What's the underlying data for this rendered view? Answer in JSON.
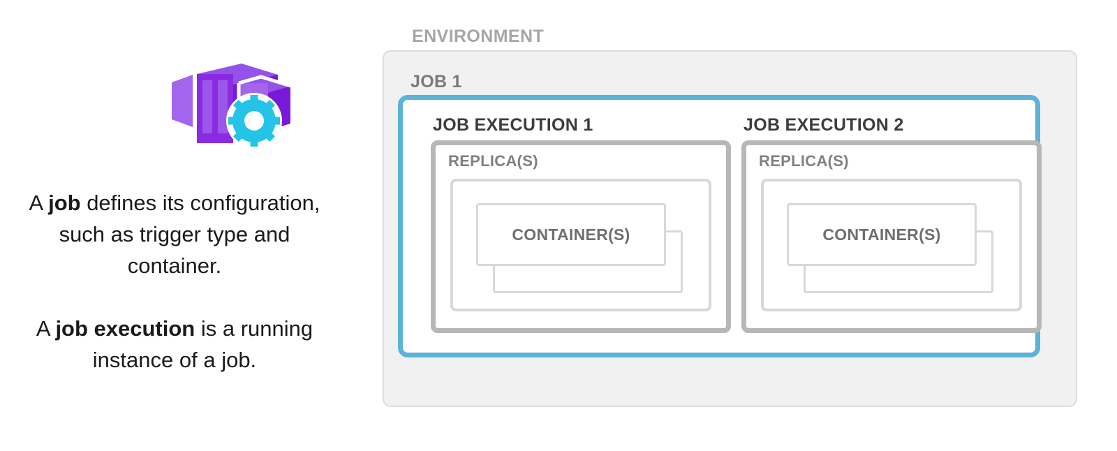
{
  "colors": {
    "accent_blue": "#5bb3d7",
    "env_fill": "#f1f1f1",
    "env_border": "#dcdcdc",
    "replica_border": "#b7b7b7",
    "inner_border": "#d8d8d8",
    "icon_purple_light": "#a265eb",
    "icon_purple": "#8a2be2",
    "icon_purple_dark": "#7719d6",
    "icon_gear_cyan": "#24c3e8",
    "text_dark": "#1a1a1a",
    "label_env": "#a6a6a6",
    "label_job": "#7a7a7a",
    "label_exec": "#3c3c3c",
    "label_replica": "#808080",
    "label_container": "#6f6f6f"
  },
  "left_panel": {
    "icon_name": "container-app-job-gear-icon",
    "paragraphs": [
      {
        "pre": "A ",
        "bold": "job",
        "post": " defines its configuration, such as trigger type and container."
      },
      {
        "pre": "A ",
        "bold": "job execution",
        "post": " is a running instance of a job."
      }
    ]
  },
  "diagram": {
    "environment_label": "ENVIRONMENT",
    "job_label": "JOB 1",
    "executions": [
      {
        "label": "JOB EXECUTION 1",
        "replica_label": "REPLICA(S)",
        "container_label": "CONTAINER(S)"
      },
      {
        "label": "JOB EXECUTION 2",
        "replica_label": "REPLICA(S)",
        "container_label": "CONTAINER(S)"
      }
    ]
  }
}
